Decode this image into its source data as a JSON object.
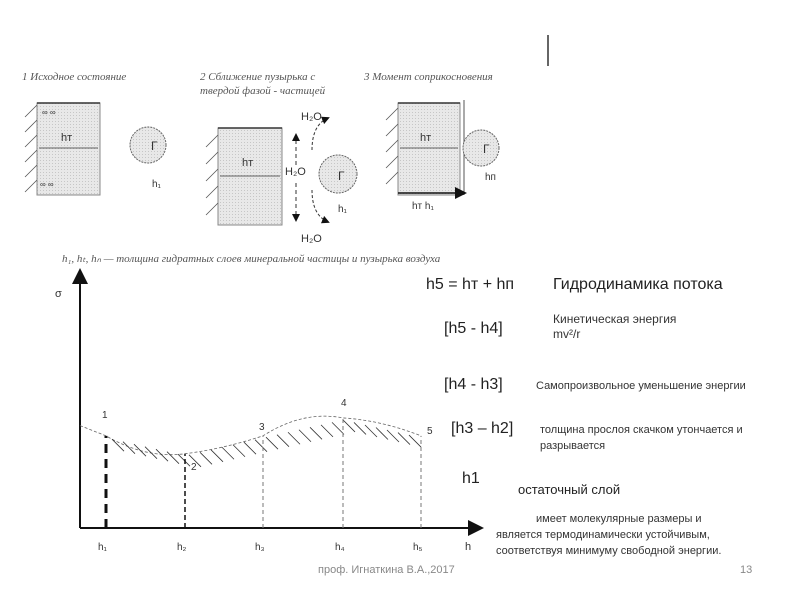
{
  "captions": {
    "step1": "1 Исходное состояние",
    "step2_line1": "2  Сближение   пузырька   с",
    "step2_line2": "твердой фазой - частицей",
    "step3": "3 Момент соприкосновения",
    "legend": "h₁, hₜ, hₙ — толщина гидратных слоев минеральной частицы и пузырька воздуха"
  },
  "diagram_labels": {
    "ht": "hт",
    "gamma": "Г",
    "h1": "h₁",
    "hn": "hп",
    "ht_h1": "hт  h₁",
    "h2o": "H₂O",
    "mol": "∞ ∞"
  },
  "chart_data": {
    "type": "line",
    "xlabel": "h",
    "ylabel": "σ",
    "x_ticks": [
      "h₁",
      "h₂",
      "h₃",
      "h₄",
      "h₅"
    ],
    "point_labels": [
      "1",
      "2",
      "3",
      "4",
      "5"
    ],
    "curve_relative_sigma": [
      0.4,
      0.36,
      0.29,
      0.36,
      0.43,
      0.36
    ]
  },
  "right": {
    "eq_main": "h5 = hт + hп",
    "eq_title": "Гидродинамика потока",
    "r1_bracket": "[h5 - h4]",
    "r1_text": "Кинетическая энергия",
    "r1_formula": "mv²/r",
    "r2_bracket": "[h4 - h3]",
    "r2_text": "Самопроизвольное уменьшение энергии",
    "r3_bracket": "[h3 – h2]",
    "r3_text1": "толщина прослоя скачком утончается и",
    "r3_text2": "разрывается",
    "r4_symbol": "h1",
    "r4_text": "остаточный слой",
    "note1": "имеет молекулярные размеры и",
    "note2": "является термодинамически устойчивым,",
    "note3": "соответствуя минимуму свободной энергии."
  },
  "footer": {
    "author": "проф. Игнаткина В.А.,2017",
    "page": "13"
  }
}
